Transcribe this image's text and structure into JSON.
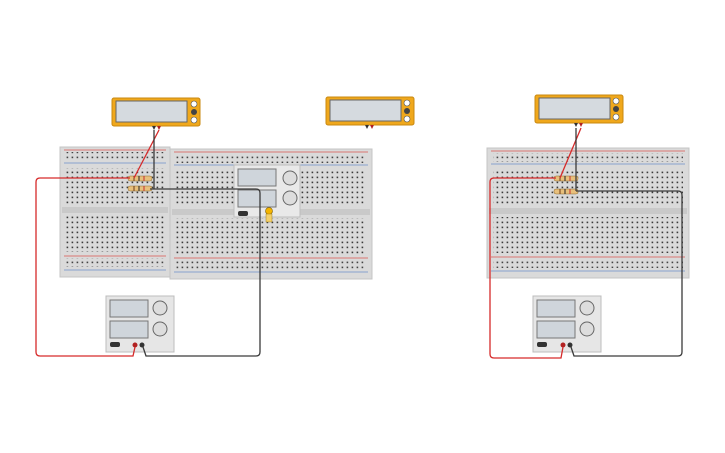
{
  "canvas": {
    "background": "#ffffff"
  },
  "colors": {
    "breadboard": "#dcdcdc",
    "breadboard_edge": "#c8c8c8",
    "rail_red": "#d9534f",
    "rail_blue": "#6d8fc9",
    "hole": "#3a3a3a",
    "multimeter_body": "#f0a81c",
    "multimeter_screen": "#d5dadf",
    "supply_body": "#e6e6e6",
    "supply_screen": "#cfd5db",
    "wire_red": "#d62a2a",
    "wire_black": "#3a3a3a",
    "resistor": "#e8c07c"
  },
  "components": {
    "multimeters": [
      "multimeter",
      "multimeter",
      "multimeter"
    ],
    "power_supplies": [
      "power-supply",
      "power-supply"
    ],
    "led": "led-icon"
  }
}
